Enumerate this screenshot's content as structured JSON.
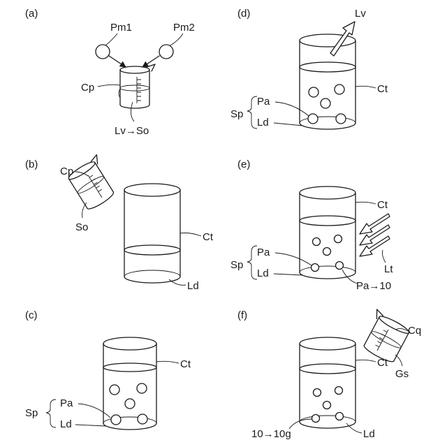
{
  "panels": {
    "a": {
      "tag": "(a)",
      "pm1": "Pm1",
      "pm2": "Pm2",
      "cp": "Cp",
      "process": "Lv→So"
    },
    "b": {
      "tag": "(b)",
      "cp": "Cp",
      "so": "So",
      "ct": "Ct",
      "ld": "Ld"
    },
    "c": {
      "tag": "(c)",
      "ct": "Ct",
      "sp": "Sp",
      "pa": "Pa",
      "ld": "Ld"
    },
    "d": {
      "tag": "(d)",
      "lv": "Lv",
      "ct": "Ct",
      "sp": "Sp",
      "pa": "Pa",
      "ld": "Ld"
    },
    "e": {
      "tag": "(e)",
      "ct": "Ct",
      "sp": "Sp",
      "pa": "Pa",
      "ld": "Ld",
      "lt": "Lt",
      "process": "Pa→10"
    },
    "f": {
      "tag": "(f)",
      "cq": "Cq",
      "ct": "Ct",
      "gs": "Gs",
      "ld": "Ld",
      "process": "10→10g"
    }
  }
}
